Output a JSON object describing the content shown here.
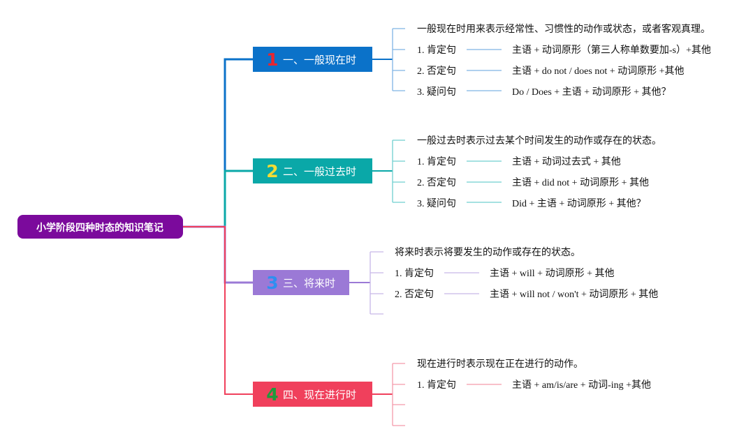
{
  "root": {
    "label": "小学阶段四种时态的知识笔记",
    "color": "#7b0a9c"
  },
  "branches": [
    {
      "number": "1",
      "number_color": "#e8262f",
      "color": "#0b72c9",
      "label": "一、一般现在时",
      "description": "一般现在时用来表示经常性、习惯性的动作或状态，或者客观真理。",
      "rows": [
        {
          "type": "1. 肯定句",
          "formula": "主语 + 动词原形（第三人称单数要加-s）+其他"
        },
        {
          "type": "2. 否定句",
          "formula": "主语 + do not / does not + 动词原形 +其他"
        },
        {
          "type": "3. 疑问句",
          "formula": "Do / Does + 主语 + 动词原形 + 其他？"
        }
      ],
      "empty_slots": 0
    },
    {
      "number": "2",
      "number_color": "#f3dc35",
      "color": "#0aa8a8",
      "label": "二、一般过去时",
      "description": "一般过去时表示过去某个时间发生的动作或存在的状态。",
      "rows": [
        {
          "type": "1. 肯定句",
          "formula": "主语 + 动词过去式 + 其他"
        },
        {
          "type": "2. 否定句",
          "formula": "主语 + did not + 动词原形 + 其他"
        },
        {
          "type": "3. 疑问句",
          "formula": "Did + 主语 + 动词原形 + 其他？"
        }
      ],
      "empty_slots": 0
    },
    {
      "number": "3",
      "number_color": "#2f8ff0",
      "color": "#9b79d6",
      "label": "三、将来时",
      "description": "将来时表示将要发生的动作或存在的状态。",
      "rows": [
        {
          "type": "1. 肯定句",
          "formula": "主语 + will + 动词原形 + 其他"
        },
        {
          "type": "2. 否定句",
          "formula": "主语 + will not / won't + 动词原形 + 其他"
        }
      ],
      "empty_slots": 1
    },
    {
      "number": "4",
      "number_color": "#1f9a3c",
      "color": "#f0405c",
      "label": "四、现在进行时",
      "description": "现在进行时表示现在正在进行的动作。",
      "rows": [
        {
          "type": "1. 肯定句",
          "formula": "主语 + am/is/are + 动词-ing +其他"
        }
      ],
      "empty_slots": 2
    }
  ]
}
